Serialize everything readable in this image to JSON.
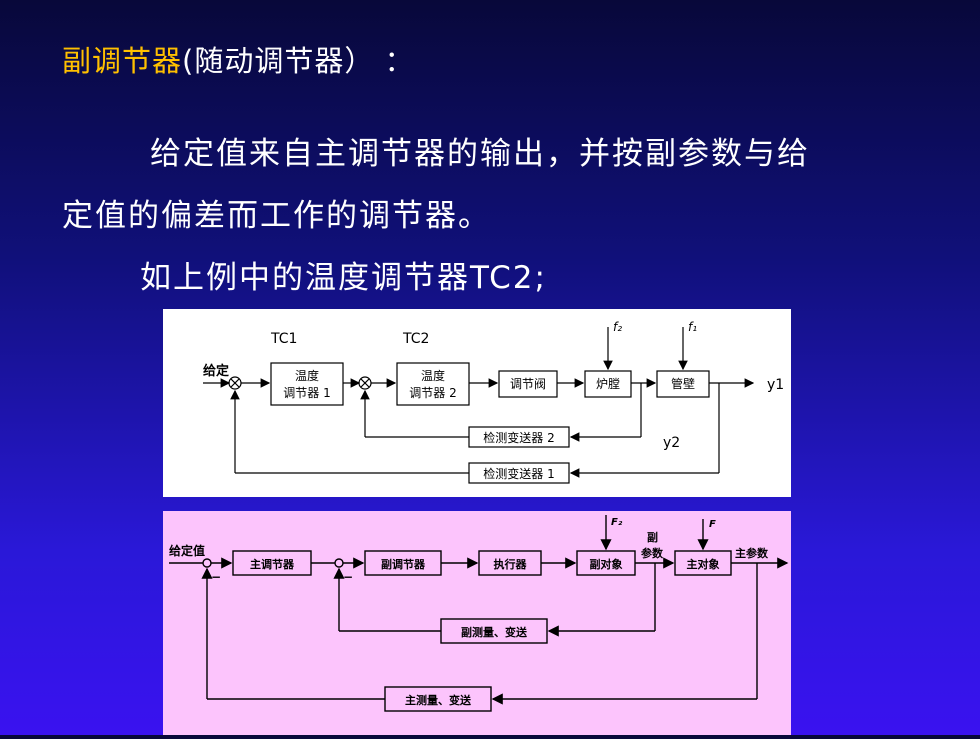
{
  "heading": {
    "highlight": "副调节器",
    "rest": "(随动调节器） ："
  },
  "paragraphs": {
    "line1": "给定值来自主调节器的输出，并按副参数与给",
    "line2": "定值的偏差而工作的调节器。",
    "line3": "如上例中的温度调节器TC2;"
  },
  "diagram1": {
    "tc1": "TC1",
    "tc2": "TC2",
    "setpoint": "给定",
    "ctrl1_l1": "温度",
    "ctrl1_l2": "调节器 1",
    "ctrl2_l1": "温度",
    "ctrl2_l2": "调节器 2",
    "valve": "调节阀",
    "furnace": "炉膛",
    "tube": "管壁",
    "f2": "f₂",
    "f1": "f₁",
    "y1": "y1",
    "y2": "y2",
    "sensor2": "检测变送器 2",
    "sensor1": "检测变送器 1"
  },
  "diagram2": {
    "setpoint": "给定值",
    "master": "主调节器",
    "slave": "副调节器",
    "actuator": "执行器",
    "slave_obj": "副对象",
    "master_obj": "主对象",
    "slave_param_1": "副",
    "slave_param_2": "参数",
    "master_param": "主参数",
    "F2": "F₂",
    "F": "F",
    "slave_meas": "副测量、变送",
    "master_meas": "主测量、变送",
    "minus1": "−",
    "minus2": "−"
  }
}
